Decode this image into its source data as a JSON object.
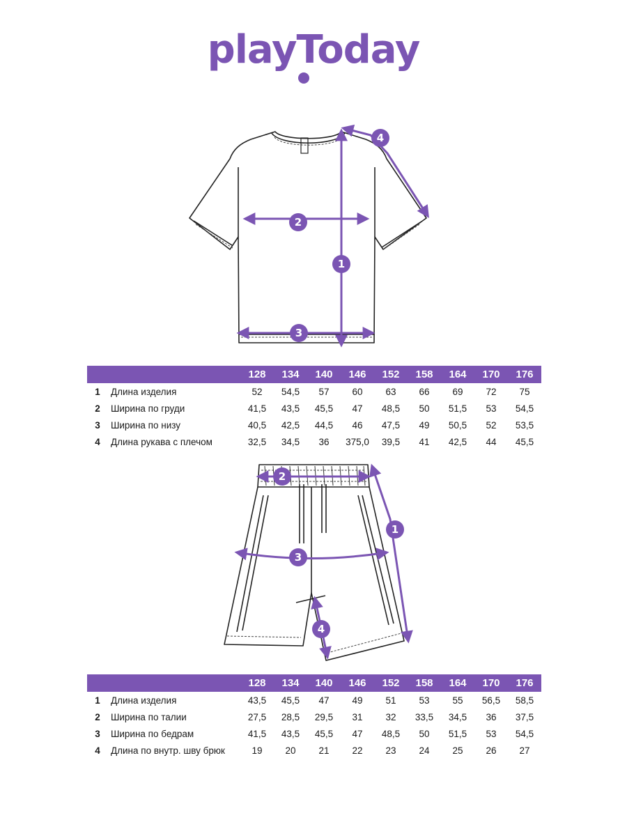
{
  "brand": {
    "logo_text": "playToday",
    "accent": "#7b55b3"
  },
  "tshirt": {
    "markers": [
      "1",
      "2",
      "3",
      "4"
    ],
    "table": {
      "sizes": [
        "128",
        "134",
        "140",
        "146",
        "152",
        "158",
        "164",
        "170",
        "176"
      ],
      "rows": [
        {
          "num": "1",
          "label": "Длина изделия",
          "values": [
            "52",
            "54,5",
            "57",
            "60",
            "63",
            "66",
            "69",
            "72",
            "75"
          ]
        },
        {
          "num": "2",
          "label": "Ширина по груди",
          "values": [
            "41,5",
            "43,5",
            "45,5",
            "47",
            "48,5",
            "50",
            "51,5",
            "53",
            "54,5"
          ]
        },
        {
          "num": "3",
          "label": "Ширина по низу",
          "values": [
            "40,5",
            "42,5",
            "44,5",
            "46",
            "47,5",
            "49",
            "50,5",
            "52",
            "53,5"
          ]
        },
        {
          "num": "4",
          "label": "Длина рукава с плечом",
          "values": [
            "32,5",
            "34,5",
            "36",
            "375,0",
            "39,5",
            "41",
            "42,5",
            "44",
            "45,5"
          ]
        }
      ]
    }
  },
  "shorts": {
    "markers": [
      "1",
      "2",
      "3",
      "4"
    ],
    "table": {
      "sizes": [
        "128",
        "134",
        "140",
        "146",
        "152",
        "158",
        "164",
        "170",
        "176"
      ],
      "rows": [
        {
          "num": "1",
          "label": "Длина изделия",
          "values": [
            "43,5",
            "45,5",
            "47",
            "49",
            "51",
            "53",
            "55",
            "56,5",
            "58,5"
          ]
        },
        {
          "num": "2",
          "label": "Ширина по талии",
          "values": [
            "27,5",
            "28,5",
            "29,5",
            "31",
            "32",
            "33,5",
            "34,5",
            "36",
            "37,5"
          ]
        },
        {
          "num": "3",
          "label": "Ширина по бедрам",
          "values": [
            "41,5",
            "43,5",
            "45,5",
            "47",
            "48,5",
            "50",
            "51,5",
            "53",
            "54,5"
          ]
        },
        {
          "num": "4",
          "label": "Длина по внутр. шву брюк",
          "values": [
            "19",
            "20",
            "21",
            "22",
            "23",
            "24",
            "25",
            "26",
            "27"
          ]
        }
      ]
    }
  }
}
